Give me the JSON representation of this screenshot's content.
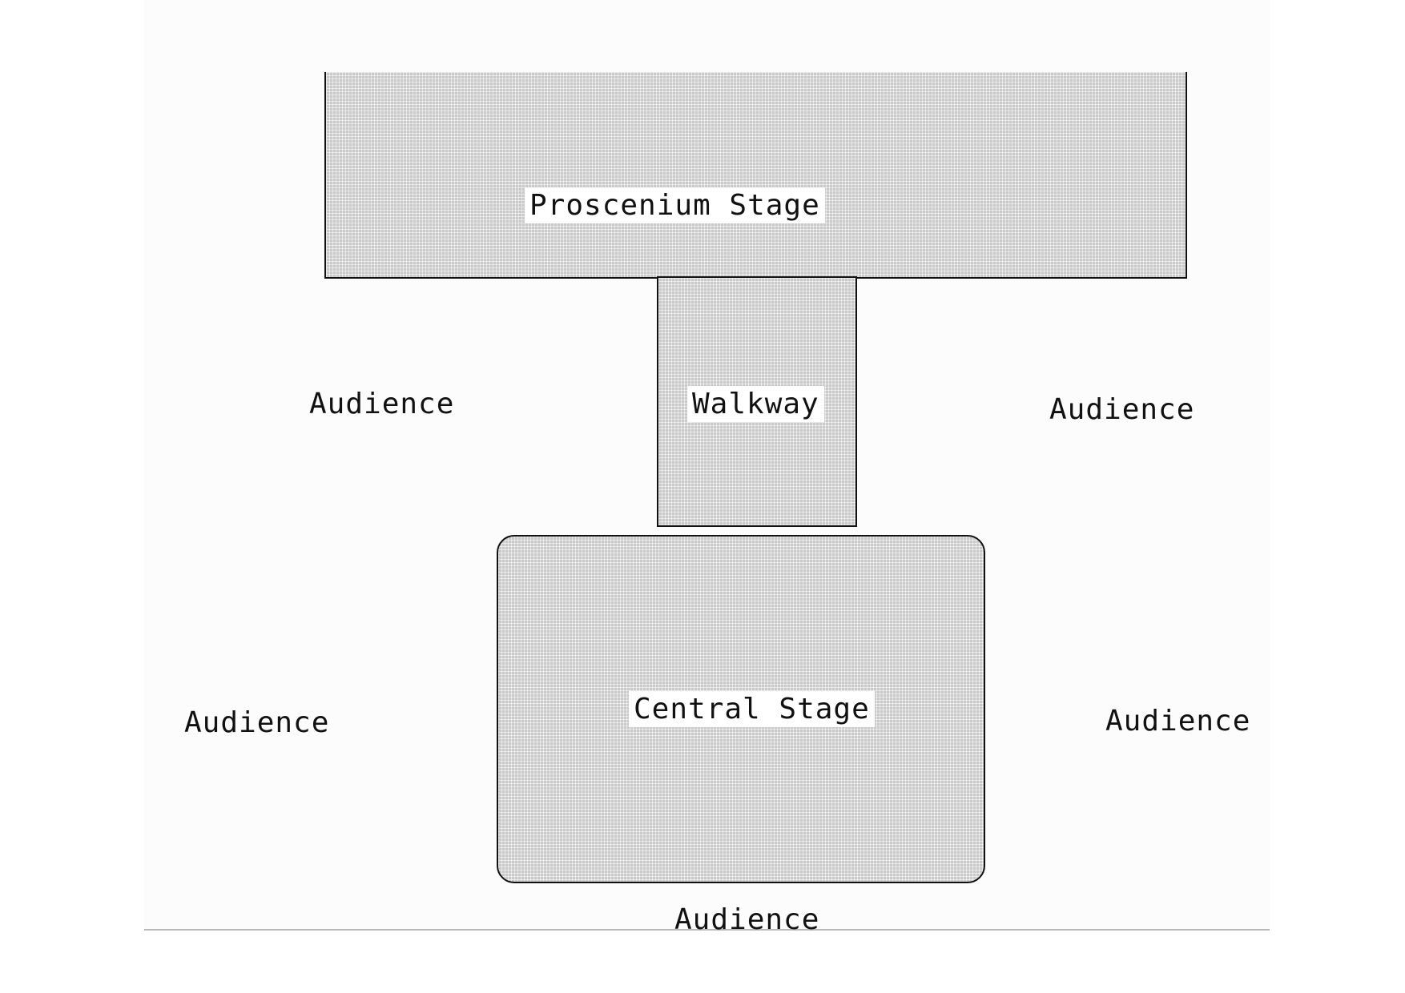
{
  "diagram": {
    "proscenium_label": "Proscenium Stage",
    "walkway_label": "Walkway",
    "central_label": "Central Stage",
    "audience": {
      "left_upper": "Audience",
      "right_upper": "Audience",
      "left_lower": "Audience",
      "right_lower": "Audience",
      "bottom": "Audience"
    }
  }
}
